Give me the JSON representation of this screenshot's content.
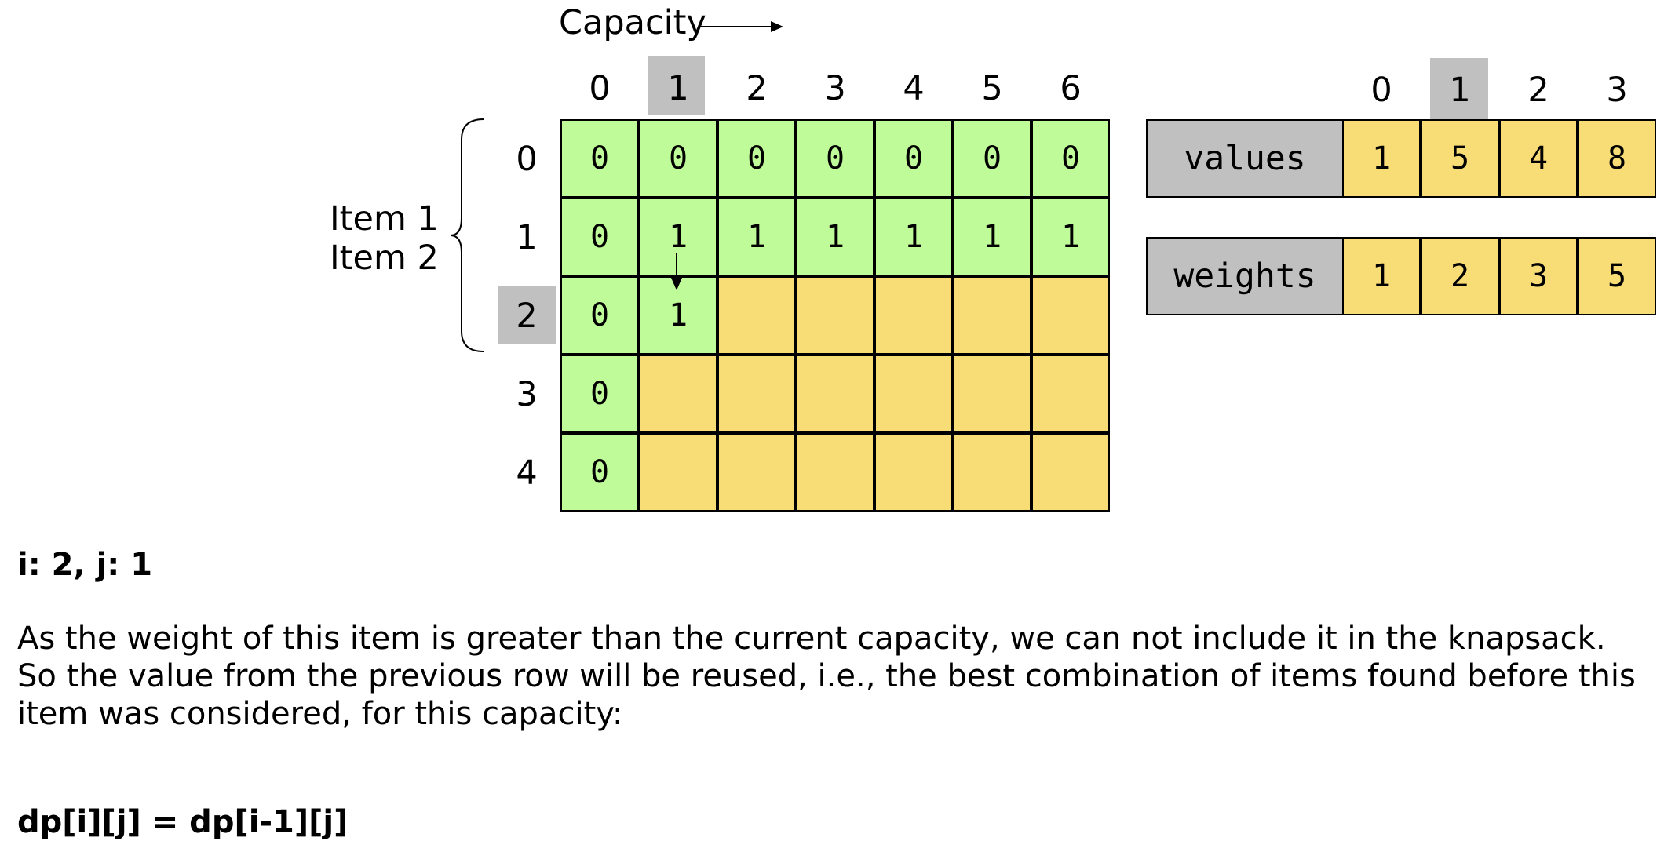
{
  "capacity_label": "Capacity",
  "col_headers": [
    "0",
    "1",
    "2",
    "3",
    "4",
    "5",
    "6"
  ],
  "row_headers": [
    "0",
    "1",
    "2",
    "3",
    "4"
  ],
  "grid": [
    [
      "0",
      "0",
      "0",
      "0",
      "0",
      "0",
      "0"
    ],
    [
      "0",
      "1",
      "1",
      "1",
      "1",
      "1",
      "1"
    ],
    [
      "0",
      "1",
      "",
      "",
      "",
      "",
      ""
    ],
    [
      "0",
      "",
      "",
      "",
      "",
      "",
      ""
    ],
    [
      "0",
      "",
      "",
      "",
      "",
      "",
      ""
    ]
  ],
  "brace_labels": [
    "Item 1",
    "Item 2"
  ],
  "highlight": {
    "row": 2,
    "col": 1,
    "array_index": 1
  },
  "array_headers": [
    "0",
    "1",
    "2",
    "3"
  ],
  "values_label": "values",
  "values": [
    "1",
    "5",
    "4",
    "8"
  ],
  "weights_label": "weights",
  "weights": [
    "1",
    "2",
    "3",
    "5"
  ],
  "state": "i: 2, j: 1",
  "explanation": [
    "As the weight of this item is greater than the current capacity, we can not include it in the knapsack.",
    "So the value from the previous row will be reused, i.e., the best combination of items found before this",
    "item was considered, for this capacity:"
  ],
  "formula": "dp[i][j] = dp[i-1][j]",
  "colors": {
    "filled": "#bffb99",
    "empty": "#f8dc76",
    "highlight": "#c0c0c0"
  }
}
